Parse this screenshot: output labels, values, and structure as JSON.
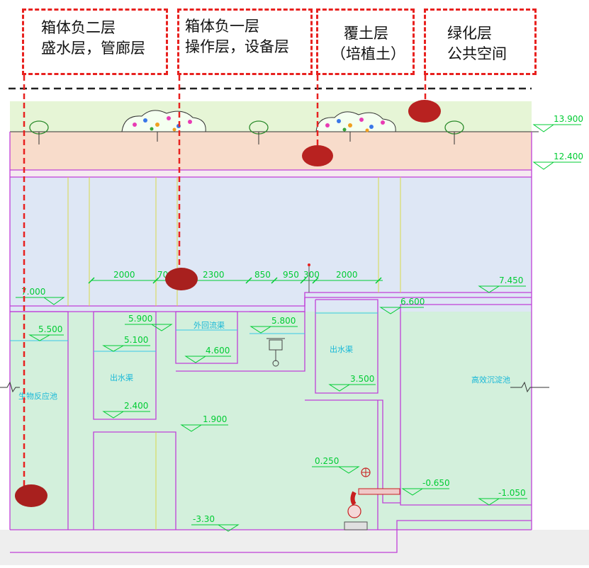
{
  "callouts": {
    "b2": {
      "line1": "箱体负二层",
      "line2": "盛水层，管廊层"
    },
    "b1": {
      "line1": "箱体负一层",
      "line2": "操作层，设备层"
    },
    "soil": {
      "line1": "覆土层",
      "line2": "（培植土）"
    },
    "green": {
      "line1": "绿化层",
      "line2": "公共空间"
    }
  },
  "elevations": {
    "e13900": "13.900",
    "e12400": "12.400",
    "e7450": "7.450",
    "e7000": "7.000",
    "e6600": "6.600",
    "e5900": "5.900",
    "e5800": "5.800",
    "e5500": "5.500",
    "e5100": "5.100",
    "e4600": "4.600",
    "e3500": "3.500",
    "e2400": "2.400",
    "e1900": "1.900",
    "e0250": "0.250",
    "em0650": "-0.650",
    "em1050": "-1.050",
    "em3300": "-3.30"
  },
  "dimensions": {
    "d1": "2000",
    "d2": "70",
    "d3": "2300",
    "d4": "850",
    "d5": "950",
    "d6": "300",
    "d7": "2000"
  },
  "rooms": {
    "outlet_left": "出水渠",
    "outer_loop": "外回流渠",
    "outlet_right": "出水渠",
    "sedimentation": "高效沉淀池",
    "reactor": "生物反应池"
  },
  "colors": {
    "callout_border": "#e8211f",
    "marker": "#a8201e",
    "green_layer": "#e6f5d6",
    "soil_layer": "#f8dccb",
    "operation_layer": "#dee7f5",
    "water_layer": "#d3f0dc",
    "wall_line": "#c040d8",
    "annotation": "#00cc33"
  }
}
